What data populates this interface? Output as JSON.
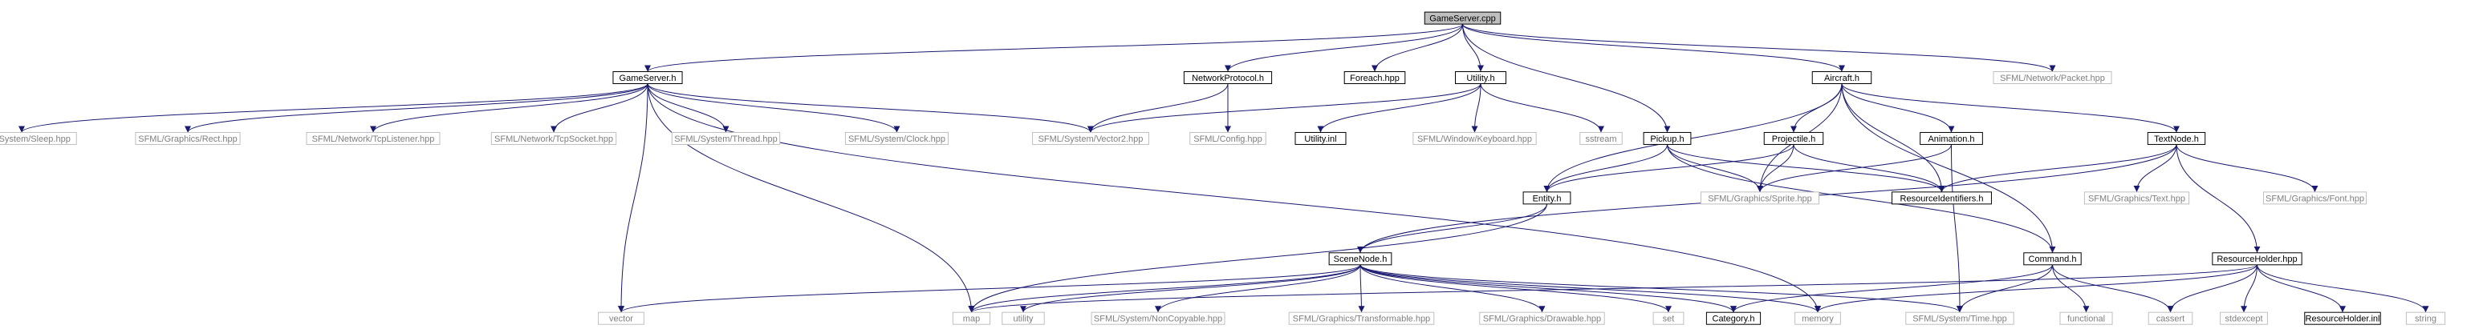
{
  "colors": {
    "edge": "#191970",
    "documented_border": "#000000",
    "external_border": "#bfbfbf",
    "external_text": "#7f7f7f",
    "root_fill": "#bfbfbf",
    "node_fill": "#ffffff",
    "text": "#000000"
  },
  "nodes": [
    {
      "id": "gameserver_cpp",
      "label": "GameServer.cpp",
      "kind": "root"
    },
    {
      "id": "gameserver_h",
      "label": "GameServer.h",
      "kind": "documented"
    },
    {
      "id": "networkprotocol_h",
      "label": "NetworkProtocol.h",
      "kind": "documented"
    },
    {
      "id": "foreach_hpp",
      "label": "Foreach.hpp",
      "kind": "documented"
    },
    {
      "id": "utility_h",
      "label": "Utility.h",
      "kind": "documented"
    },
    {
      "id": "aircraft_h",
      "label": "Aircraft.h",
      "kind": "documented"
    },
    {
      "id": "sfml_packet",
      "label": "SFML/Network/Packet.hpp",
      "kind": "external"
    },
    {
      "id": "sfml_sleep",
      "label": "SFML/System/Sleep.hpp",
      "kind": "external"
    },
    {
      "id": "sfml_rect",
      "label": "SFML/Graphics/Rect.hpp",
      "kind": "external"
    },
    {
      "id": "sfml_tcplistener",
      "label": "SFML/Network/TcpListener.hpp",
      "kind": "external"
    },
    {
      "id": "sfml_tcpsocket",
      "label": "SFML/Network/TcpSocket.hpp",
      "kind": "external"
    },
    {
      "id": "sfml_thread",
      "label": "SFML/System/Thread.hpp",
      "kind": "external"
    },
    {
      "id": "sfml_clock",
      "label": "SFML/System/Clock.hpp",
      "kind": "external"
    },
    {
      "id": "sfml_vector2",
      "label": "SFML/System/Vector2.hpp",
      "kind": "external"
    },
    {
      "id": "sfml_config",
      "label": "SFML/Config.hpp",
      "kind": "external"
    },
    {
      "id": "utility_inl",
      "label": "Utility.inl",
      "kind": "documented"
    },
    {
      "id": "sfml_keyboard",
      "label": "SFML/Window/Keyboard.hpp",
      "kind": "external"
    },
    {
      "id": "sstream",
      "label": "sstream",
      "kind": "external"
    },
    {
      "id": "pickup_h",
      "label": "Pickup.h",
      "kind": "documented"
    },
    {
      "id": "projectile_h",
      "label": "Projectile.h",
      "kind": "documented"
    },
    {
      "id": "animation_h",
      "label": "Animation.h",
      "kind": "documented"
    },
    {
      "id": "textnode_h",
      "label": "TextNode.h",
      "kind": "documented"
    },
    {
      "id": "sfml_sprite",
      "label": "SFML/Graphics/Sprite.hpp",
      "kind": "external"
    },
    {
      "id": "resourceidentifiers_h",
      "label": "ResourceIdentifiers.h",
      "kind": "documented"
    },
    {
      "id": "entity_h",
      "label": "Entity.h",
      "kind": "documented"
    },
    {
      "id": "sfml_text",
      "label": "SFML/Graphics/Text.hpp",
      "kind": "external"
    },
    {
      "id": "sfml_font",
      "label": "SFML/Graphics/Font.hpp",
      "kind": "external"
    },
    {
      "id": "scenenode_h",
      "label": "SceneNode.h",
      "kind": "documented"
    },
    {
      "id": "command_h",
      "label": "Command.h",
      "kind": "documented"
    },
    {
      "id": "resourceholder_hpp",
      "label": "ResourceHolder.hpp",
      "kind": "documented"
    },
    {
      "id": "vector",
      "label": "vector",
      "kind": "external"
    },
    {
      "id": "map",
      "label": "map",
      "kind": "external"
    },
    {
      "id": "utility",
      "label": "utility",
      "kind": "external"
    },
    {
      "id": "sfml_noncopyable",
      "label": "SFML/System/NonCopyable.hpp",
      "kind": "external"
    },
    {
      "id": "sfml_transformable",
      "label": "SFML/Graphics/Transformable.hpp",
      "kind": "external"
    },
    {
      "id": "sfml_drawable",
      "label": "SFML/Graphics/Drawable.hpp",
      "kind": "external"
    },
    {
      "id": "set",
      "label": "set",
      "kind": "external"
    },
    {
      "id": "category_h",
      "label": "Category.h",
      "kind": "documented"
    },
    {
      "id": "memory",
      "label": "memory",
      "kind": "external"
    },
    {
      "id": "sfml_time",
      "label": "SFML/System/Time.hpp",
      "kind": "external"
    },
    {
      "id": "functional",
      "label": "functional",
      "kind": "external"
    },
    {
      "id": "cassert",
      "label": "cassert",
      "kind": "external"
    },
    {
      "id": "stdexcept",
      "label": "stdexcept",
      "kind": "external"
    },
    {
      "id": "resourceholder_inl",
      "label": "ResourceHolder.inl",
      "kind": "documented"
    },
    {
      "id": "string",
      "label": "string",
      "kind": "external"
    }
  ],
  "edges": [
    [
      "gameserver_cpp",
      "gameserver_h"
    ],
    [
      "gameserver_cpp",
      "networkprotocol_h"
    ],
    [
      "gameserver_cpp",
      "foreach_hpp"
    ],
    [
      "gameserver_cpp",
      "utility_h"
    ],
    [
      "gameserver_cpp",
      "aircraft_h"
    ],
    [
      "gameserver_cpp",
      "sfml_packet"
    ],
    [
      "gameserver_cpp",
      "pickup_h"
    ],
    [
      "gameserver_h",
      "sfml_sleep"
    ],
    [
      "gameserver_h",
      "sfml_rect"
    ],
    [
      "gameserver_h",
      "sfml_tcplistener"
    ],
    [
      "gameserver_h",
      "sfml_tcpsocket"
    ],
    [
      "gameserver_h",
      "sfml_thread"
    ],
    [
      "gameserver_h",
      "sfml_clock"
    ],
    [
      "gameserver_h",
      "sfml_vector2"
    ],
    [
      "gameserver_h",
      "vector"
    ],
    [
      "gameserver_h",
      "map"
    ],
    [
      "gameserver_h",
      "memory"
    ],
    [
      "networkprotocol_h",
      "sfml_vector2"
    ],
    [
      "networkprotocol_h",
      "sfml_config"
    ],
    [
      "utility_h",
      "sfml_vector2"
    ],
    [
      "utility_h",
      "utility_inl"
    ],
    [
      "utility_h",
      "sfml_keyboard"
    ],
    [
      "utility_h",
      "sstream"
    ],
    [
      "aircraft_h",
      "entity_h"
    ],
    [
      "aircraft_h",
      "projectile_h"
    ],
    [
      "aircraft_h",
      "animation_h"
    ],
    [
      "aircraft_h",
      "textnode_h"
    ],
    [
      "aircraft_h",
      "sfml_sprite"
    ],
    [
      "aircraft_h",
      "resourceidentifiers_h"
    ],
    [
      "aircraft_h",
      "command_h"
    ],
    [
      "pickup_h",
      "entity_h"
    ],
    [
      "pickup_h",
      "sfml_sprite"
    ],
    [
      "pickup_h",
      "resourceidentifiers_h"
    ],
    [
      "pickup_h",
      "command_h"
    ],
    [
      "projectile_h",
      "entity_h"
    ],
    [
      "projectile_h",
      "sfml_sprite"
    ],
    [
      "projectile_h",
      "resourceidentifiers_h"
    ],
    [
      "animation_h",
      "sfml_sprite"
    ],
    [
      "animation_h",
      "sfml_time"
    ],
    [
      "textnode_h",
      "resourceidentifiers_h"
    ],
    [
      "textnode_h",
      "sfml_text"
    ],
    [
      "textnode_h",
      "sfml_font"
    ],
    [
      "textnode_h",
      "scenenode_h"
    ],
    [
      "textnode_h",
      "resourceholder_hpp"
    ],
    [
      "entity_h",
      "scenenode_h"
    ],
    [
      "entity_h",
      "map"
    ],
    [
      "scenenode_h",
      "vector"
    ],
    [
      "scenenode_h",
      "map"
    ],
    [
      "scenenode_h",
      "utility"
    ],
    [
      "scenenode_h",
      "sfml_noncopyable"
    ],
    [
      "scenenode_h",
      "sfml_transformable"
    ],
    [
      "scenenode_h",
      "sfml_drawable"
    ],
    [
      "scenenode_h",
      "set"
    ],
    [
      "scenenode_h",
      "category_h"
    ],
    [
      "scenenode_h",
      "memory"
    ],
    [
      "scenenode_h",
      "sfml_time"
    ],
    [
      "command_h",
      "category_h"
    ],
    [
      "command_h",
      "sfml_time"
    ],
    [
      "command_h",
      "functional"
    ],
    [
      "command_h",
      "cassert"
    ],
    [
      "resourceholder_hpp",
      "map"
    ],
    [
      "resourceholder_hpp",
      "memory"
    ],
    [
      "resourceholder_hpp",
      "cassert"
    ],
    [
      "resourceholder_hpp",
      "stdexcept"
    ],
    [
      "resourceholder_hpp",
      "resourceholder_inl"
    ],
    [
      "resourceholder_hpp",
      "string"
    ]
  ]
}
